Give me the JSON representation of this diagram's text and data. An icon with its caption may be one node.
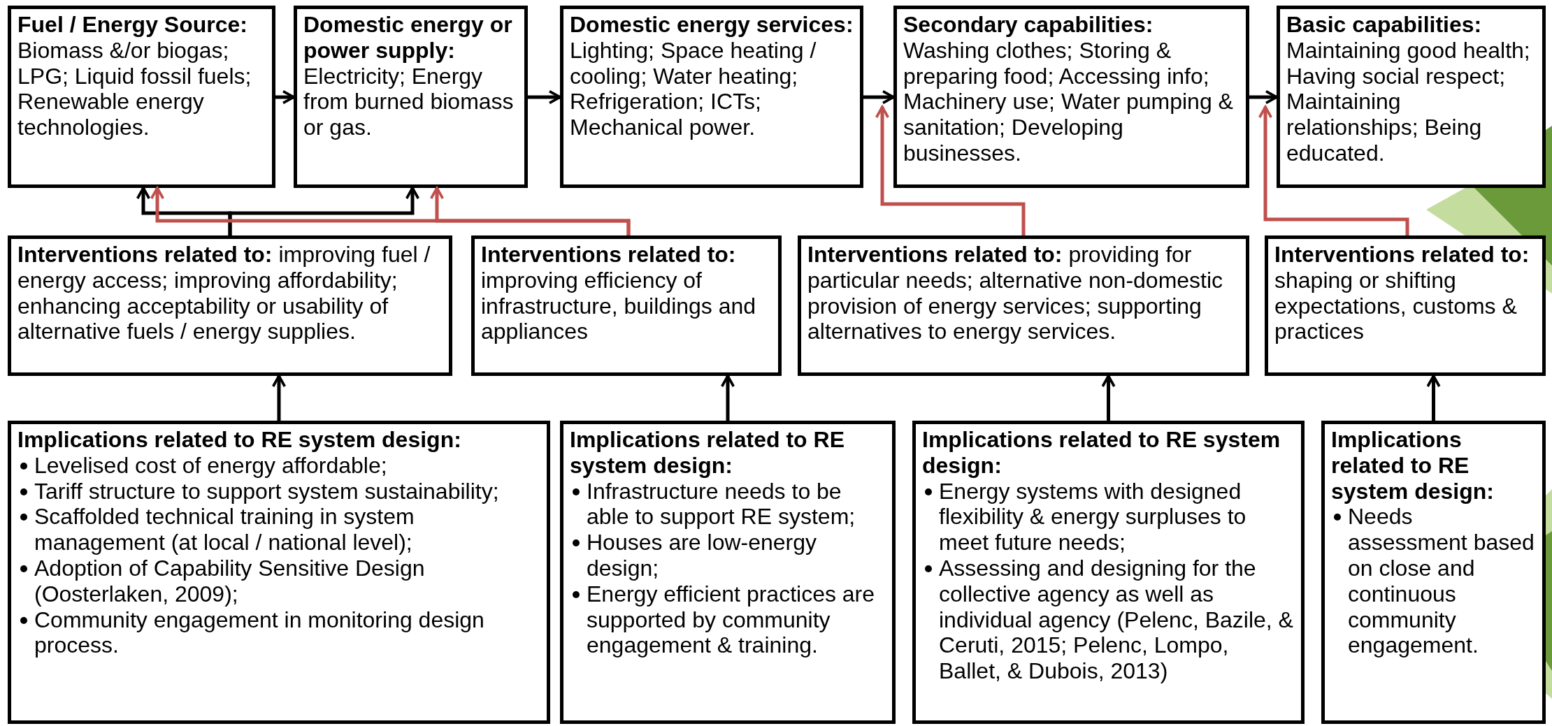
{
  "diagram": {
    "nodes": [
      {
        "text": [
          "**Fuel / Energy Source:** Biomass &/or biogas; LPG; Liquid fossil fuels; Renewable energy technologies."
        ]
      },
      {
        "text": [
          "**Domestic energy or power supply:** Electricity; Energy from burned biomass or gas."
        ]
      },
      {
        "text": [
          "**Domestic energy services:** Lighting; Space heating / cooling; Water heating; Refrigeration; ICTs; Mechanical power."
        ]
      },
      {
        "text": [
          "**Secondary capabilities:** Washing clothes; Storing & preparing food; Accessing info; Machinery use; Water pumping & sanitation; Developing businesses."
        ]
      },
      {
        "text": [
          "**Basic capabilities:** Maintaining good health; Having social respect; Maintaining relationships; Being educated."
        ]
      },
      {
        "text": [
          "**Interventions related to:** improving fuel / energy access; improving affordability; enhancing acceptability or usability of alternative fuels / energy supplies."
        ]
      },
      {
        "text": [
          "**Interventions related to:** improving efficiency of infrastructure, buildings and appliances"
        ]
      },
      {
        "text": [
          "**Interventions related to:** providing for particular needs; alternative non-domestic provision of energy services; supporting alternatives to energy services."
        ]
      },
      {
        "text": [
          "**Interventions related to:** shaping or shifting expectations, customs & practices"
        ]
      },
      {
        "text": [
          "Implications related to RE system design:",
          "Levelised cost of energy affordable;",
          "Tariff structure to support system sustainability;",
          "Scaffolded technical training in system management (at local / national level);",
          "Adoption of Capability Sensitive Design (Oosterlaken, 2009);",
          "Community engagement in monitoring design process."
        ]
      },
      {
        "text": [
          "Implications related to RE system design:",
          "Infrastructure needs to be able to support RE system;",
          "Houses are low-energy design;",
          "Energy efficient practices are supported by community engagement & training."
        ]
      },
      {
        "text": [
          "Implications related to RE system design:",
          "Energy systems with designed flexibility & energy surpluses to meet future needs;",
          "Assessing and designing for the collective agency as well as individual agency (Pelenc, Bazile, & Ceruti, 2015; Pelenc, Lompo, Ballet, & Dubois, 2013)"
        ]
      },
      {
        "text": [
          "Implications related to RE system design:",
          "Needs assessment based on close and continuous community engagement."
        ]
      }
    ],
    "edges": [
      {
        "from": 0,
        "to": 1,
        "arrow": "to"
      },
      {
        "from": 1,
        "to": 2,
        "arrow": "to"
      },
      {
        "from": 2,
        "to": 3,
        "arrow": "to"
      },
      {
        "from": 3,
        "to": 4,
        "arrow": "to"
      },
      {
        "from": 5,
        "to": 0,
        "arrow": "to"
      },
      {
        "from": 5,
        "to": 1,
        "arrow": "to"
      },
      {
        "from": 6,
        "to": 0,
        "arrow": "to",
        "color": "#c0504d"
      },
      {
        "from": 6,
        "to": 1,
        "arrow": "to",
        "color": "#c0504d"
      },
      {
        "from": 7,
        "to": 3,
        "arrow": "to",
        "color": "#c0504d"
      },
      {
        "from": 8,
        "to": 4,
        "arrow": "to",
        "color": "#c0504d"
      },
      {
        "from": 9,
        "to": 5,
        "arrow": "to"
      },
      {
        "from": 10,
        "to": 6,
        "arrow": "to"
      },
      {
        "from": 11,
        "to": 7,
        "arrow": "to"
      },
      {
        "from": 12,
        "to": 8,
        "arrow": "to"
      }
    ]
  }
}
